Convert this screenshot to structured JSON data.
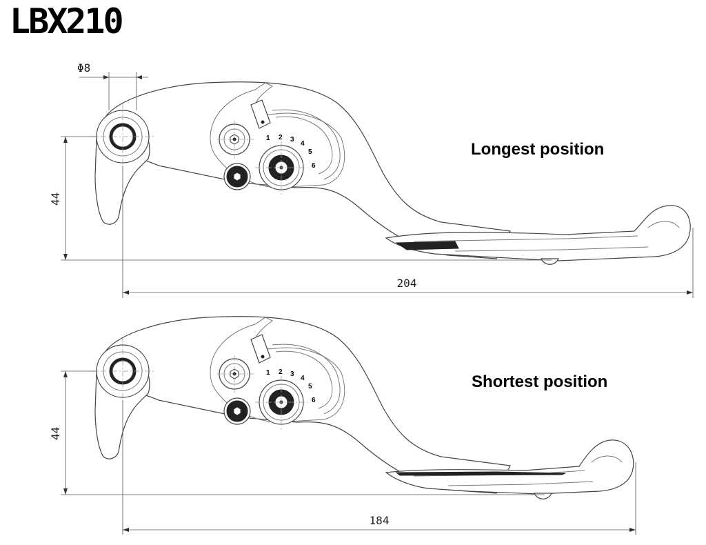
{
  "title": "LBX210",
  "views": [
    {
      "caption": "Longest position",
      "height_dim": "44",
      "length_dim": "204",
      "diameter_dim": "Φ8",
      "scale_marks": [
        "1",
        "2",
        "3",
        "4",
        "5",
        "6"
      ]
    },
    {
      "caption": "Shortest position",
      "height_dim": "44",
      "length_dim": "184",
      "scale_marks": [
        "1",
        "2",
        "3",
        "4",
        "5",
        "6"
      ]
    }
  ]
}
